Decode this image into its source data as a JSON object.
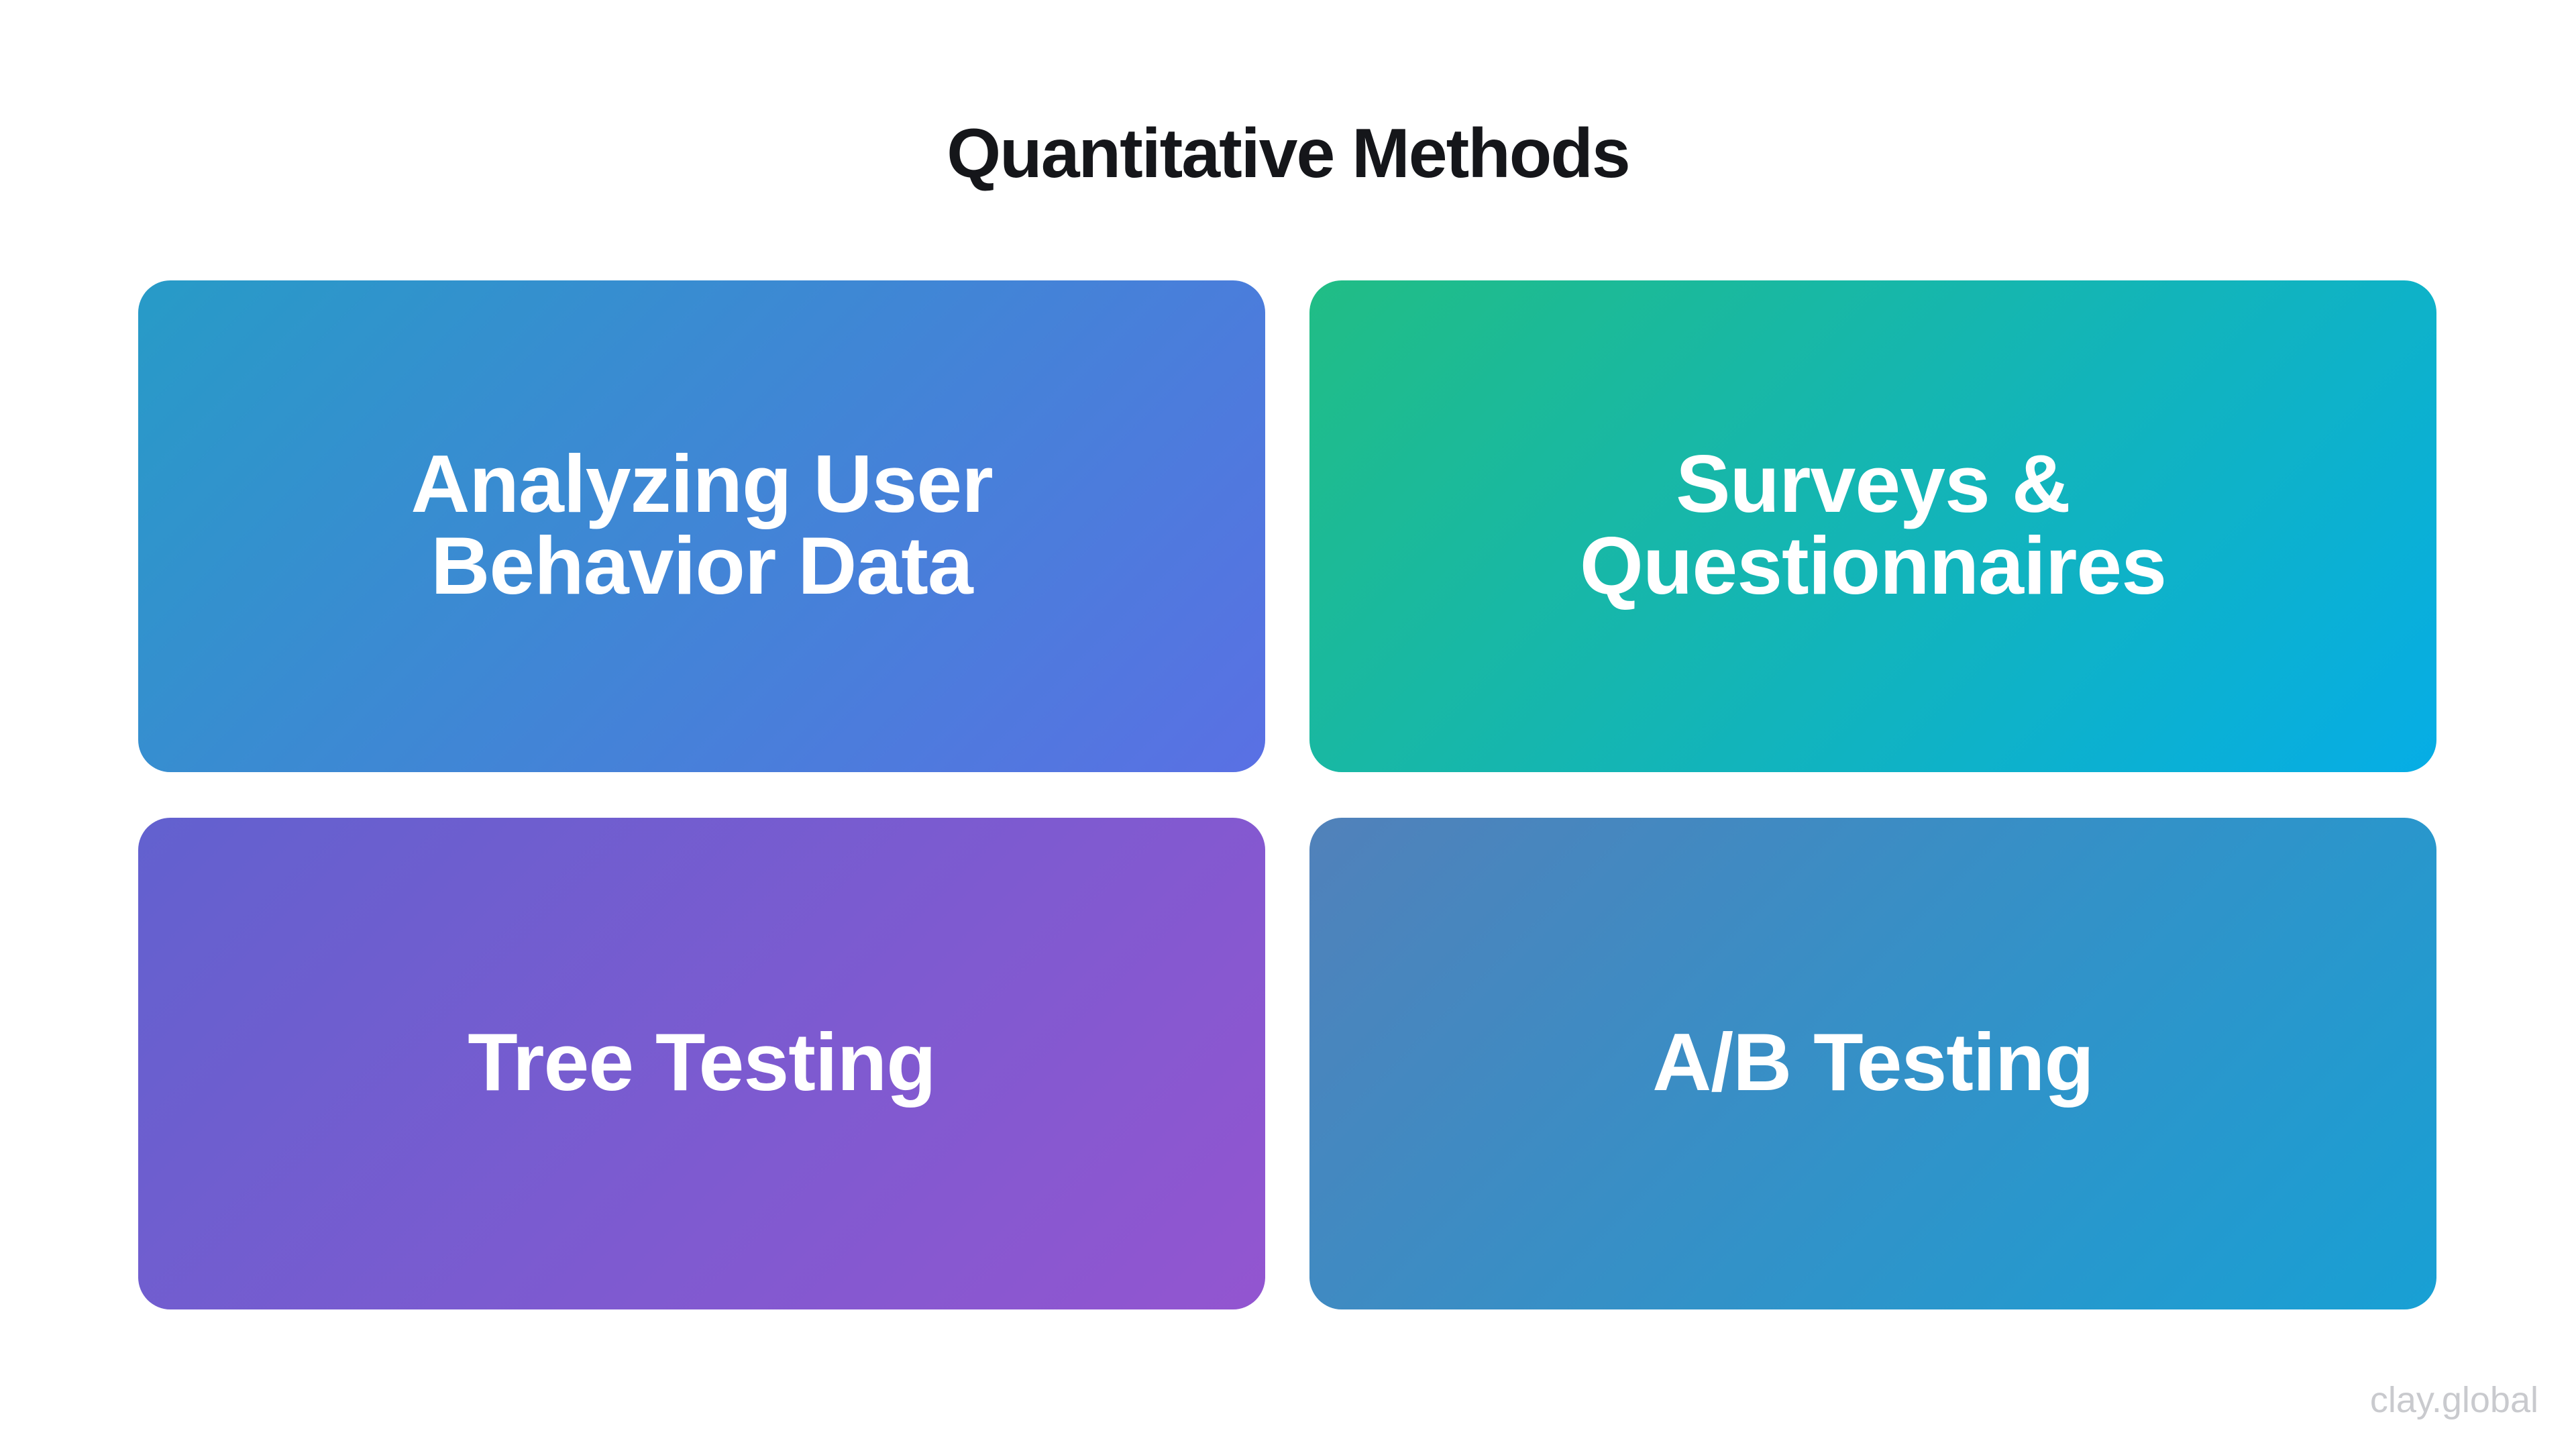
{
  "title": "Quantitative Methods",
  "title_color": "#15161a",
  "background_color": "#ffffff",
  "watermark": "clay.global",
  "watermark_color": "#c9cace",
  "card_text_color": "#ffffff",
  "cards": [
    {
      "id": "analyzing-user-behavior-data",
      "label": "Analyzing User\nBehavior Data",
      "gradient_start": "#279BC7",
      "gradient_end": "#5A70E4"
    },
    {
      "id": "surveys-questionnaires",
      "label": "Surveys &\nQuestionnaires",
      "gradient_start": "#21BD85",
      "gradient_end": "#06ADE6"
    },
    {
      "id": "tree-testing",
      "label": "Tree Testing",
      "gradient_start": "#6261CF",
      "gradient_end": "#9355D0"
    },
    {
      "id": "ab-testing",
      "label": "A/B Testing",
      "gradient_start": "#5181BA",
      "gradient_end": "#18A0D4"
    }
  ]
}
